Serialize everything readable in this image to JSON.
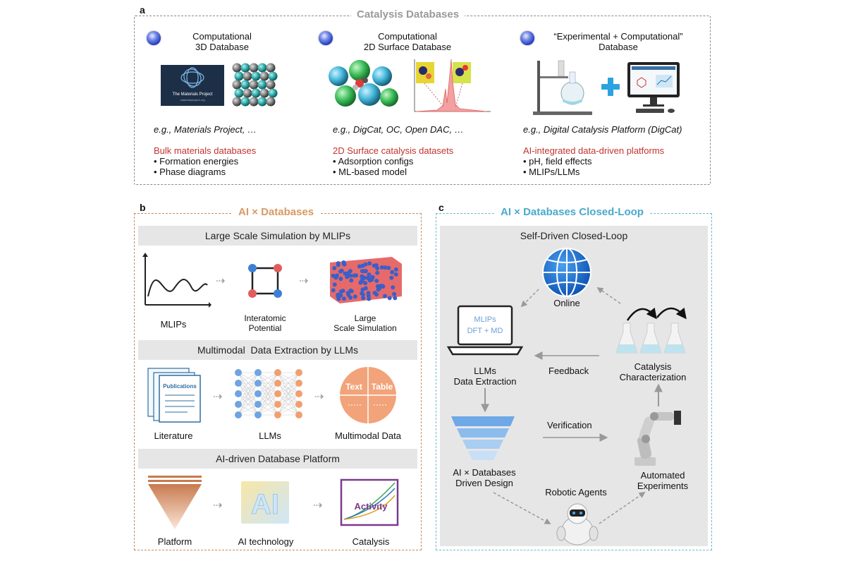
{
  "panel_a": {
    "letter": "a",
    "title": "Catalysis Databases",
    "col1": {
      "heading_l1": "Computational",
      "heading_l2": "3D Database",
      "logo_text": "The Materials Project",
      "logo_subtext": "materialsproject.org",
      "example": "e.g., Materials Project, …",
      "category": "Bulk materials databases",
      "bullets": [
        "• Formation energies",
        "• Phase diagrams"
      ]
    },
    "col2": {
      "heading_l1": "Computational",
      "heading_l2": "2D Surface Database",
      "example": "e.g., DigCat, OC, Open DAC, …",
      "category": "2D Surface catalysis datasets",
      "bullets": [
        "• Adsorption configs",
        "• ML-based model"
      ]
    },
    "col3": {
      "heading_l1": "“Experimental + Computational”",
      "heading_l2": "Database",
      "example": "e.g., Digital Catalysis Platform (DigCat)",
      "category": "AI-integrated data-driven platforms",
      "bullets": [
        "• pH, field effects",
        "• MLIPs/LLMs"
      ]
    }
  },
  "panel_b": {
    "letter": "b",
    "title": "AI × Databases",
    "band1": {
      "title": "Large Scale Simulation by MLIPs",
      "labels": [
        "MLIPs",
        "Interatomic",
        "Potential",
        "Large",
        "Scale Simulation"
      ]
    },
    "band2": {
      "title": "Multimodal  Data Extraction by LLMs",
      "doc_label": "Publications",
      "pie_text": "Text",
      "pie_table": "Table",
      "labels": [
        "Literature",
        "LLMs",
        "Multimodal Data"
      ]
    },
    "band3": {
      "title": "AI-driven Database Platform",
      "ai_logo": "AI",
      "activity": "Activity",
      "labels": [
        "Platform",
        "AI technology",
        "Catalysis"
      ]
    }
  },
  "panel_c": {
    "letter": "c",
    "title": "AI × Databases Closed-Loop",
    "band_title": "Self-Driven Closed-Loop",
    "online": "Online",
    "screen_l1": "MLIPs",
    "screen_l2": "DFT + MD",
    "llms_l1": "LLMs",
    "llms_l2": "Data Extraction",
    "feedback": "Feedback",
    "catalysis_l1": "Catalysis",
    "catalysis_l2": "Characterization",
    "verification": "Verification",
    "design_l1": "AI × Databases",
    "design_l2": "Driven Design",
    "automated_l1": "Automated",
    "automated_l2": "Experiments",
    "robotic": "Robotic Agents"
  },
  "colors": {
    "category_red": "#c0342e",
    "panel_b_accent": "#d99a63",
    "panel_c_accent": "#4aa9cc",
    "frame_gray": "#8a8a8a"
  }
}
